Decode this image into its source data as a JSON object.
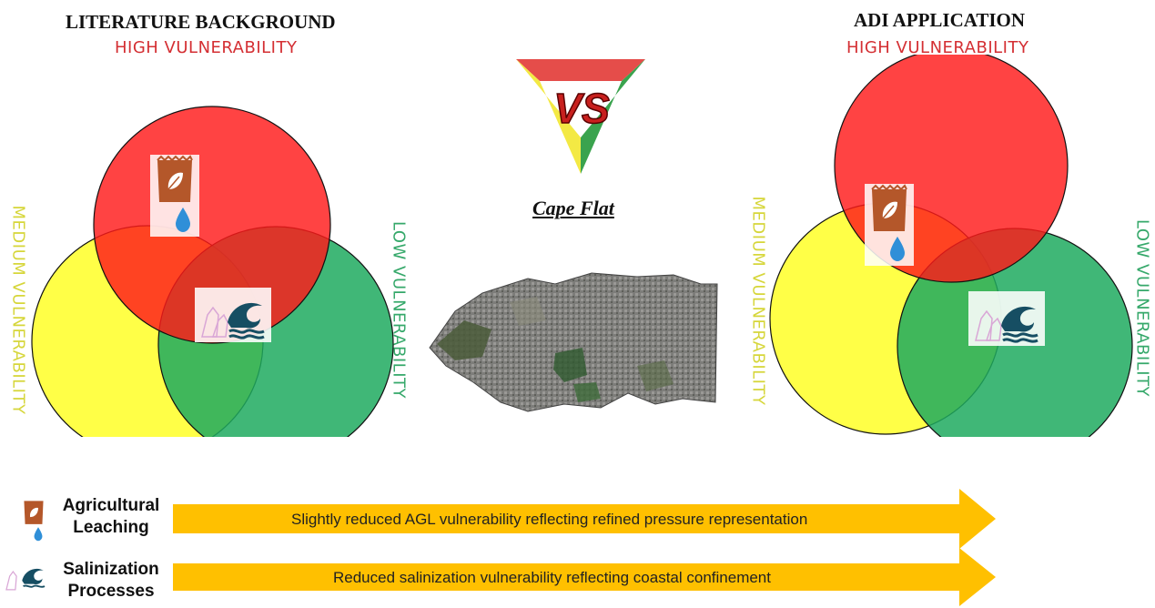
{
  "left_panel": {
    "title": "LITERATURE BACKGROUND",
    "high_label": "HIGH VULNERABILITY",
    "medium_label": "MEDIUM VULNERABILITY",
    "low_label": "LOW VULNERABILITY"
  },
  "right_panel": {
    "title": "ADI APPLICATION",
    "high_label": "HIGH VULNERABILITY",
    "medium_label": "MEDIUM VULNERABILITY",
    "low_label": "LOW VULNERABILITY"
  },
  "center": {
    "vs_label": "VS",
    "map_title": "Cape Flat"
  },
  "legend": {
    "items": [
      {
        "label_line1": "Agricultural",
        "label_line2": "Leaching",
        "icon": "fertilizer-bag-icon",
        "arrow_text": "Slightly reduced AGL vulnerability reflecting refined pressure representation"
      },
      {
        "label_line1": "Salinization",
        "label_line2": "Processes",
        "icon": "salt-wave-icon",
        "arrow_text": "Reduced salinization vulnerability reflecting coastal confinement"
      }
    ]
  },
  "colors": {
    "high": "#ff2a2a",
    "medium": "#ffff33",
    "low": "#2eb870",
    "arrow": "#ffc000"
  }
}
